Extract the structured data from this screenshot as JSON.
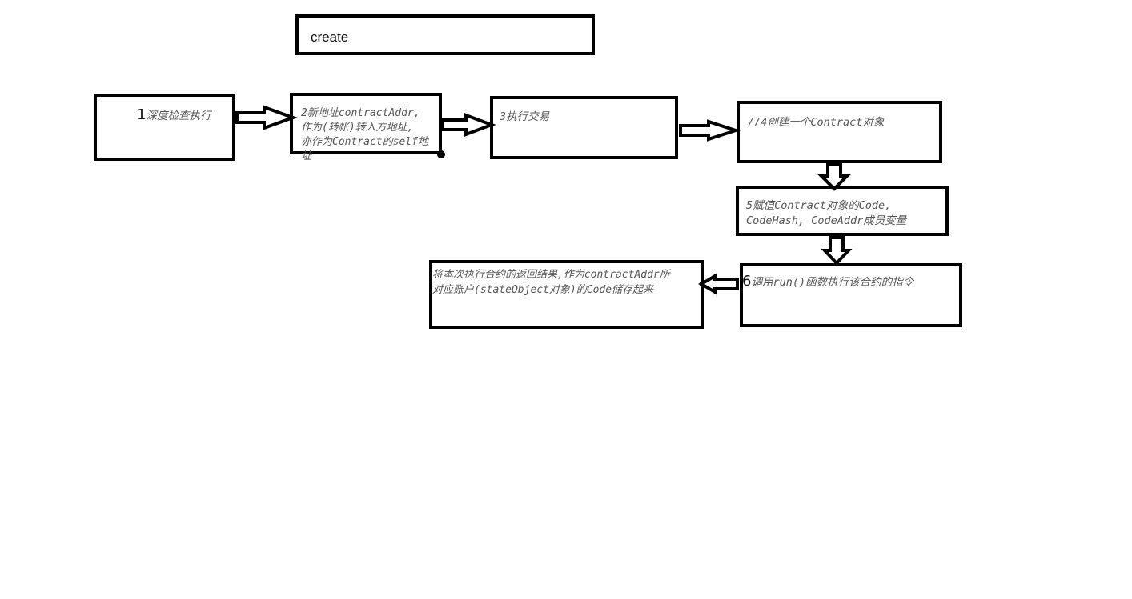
{
  "title": "create",
  "steps": {
    "s1": {
      "num": "1",
      "text": "深度检查执行"
    },
    "s2": {
      "line1": "2新地址contractAddr,",
      "line2": "作为(转帐)转入方地址,",
      "line3": "亦作为Contract的self地",
      "line4": "址"
    },
    "s3": {
      "text": "3执行交易"
    },
    "s4": {
      "text": "//4创建一个Contract对象"
    },
    "s5": {
      "line1": "5赋值Contract对象的Code,",
      "line2": "CodeHash, CodeAddr成员变量"
    },
    "s6": {
      "num": "6",
      "text": "调用run()函数执行该合约的指令"
    },
    "s7": {
      "line1": "将本次执行合约的返回结果,作为contractAddr所",
      "line2": "对应账户(stateObject对象)的Code储存起来"
    }
  }
}
